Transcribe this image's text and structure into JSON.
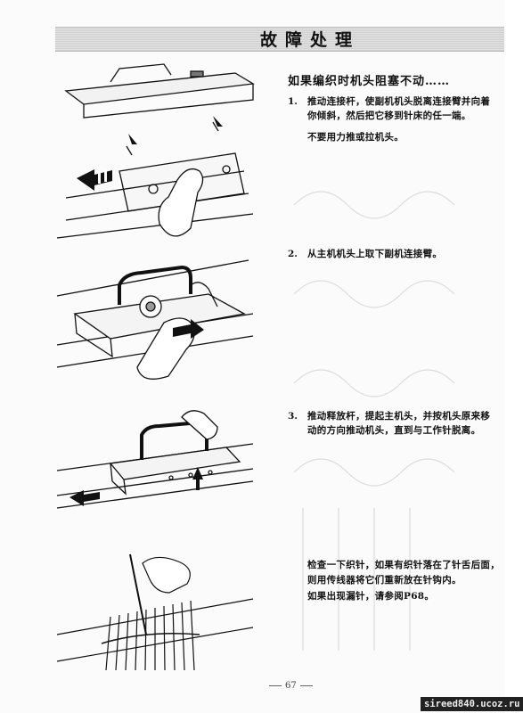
{
  "page": {
    "title": "故障处理",
    "heading": "如果编织时机头阻塞不动……",
    "steps": [
      {
        "number": "1.",
        "text": "推动连接杆，使副机机头脱离连接臂并向着你倾斜，然后把它移到针床的任一端。"
      },
      {
        "number": "2.",
        "text": "从主机机头上取下副机连接臂。"
      },
      {
        "number": "3.",
        "text": "推动释放杆，提起主机头，并按机头原来移动的方向推动机头，直到与工作针脱离。"
      }
    ],
    "notes": {
      "step1_note": "不要用力推或拉机头。",
      "check_note": "检查一下织针，如果有织针落在了针舌后面，则用传线器将它们重新放在针钩内。",
      "missing_note": "如果出现漏针，请参阅P68。"
    },
    "page_number": "67",
    "watermark": "sireed840.ucoz.ru"
  },
  "illustrations": [
    {
      "name": "step1-illustration",
      "icon": "knitting-carriage-push-lever-icon"
    },
    {
      "name": "step2-illustration",
      "icon": "remove-connecting-arm-icon"
    },
    {
      "name": "step3-illustration",
      "icon": "lift-main-carriage-icon"
    },
    {
      "name": "needle-check-illustration",
      "icon": "transfer-tool-needles-icon"
    }
  ]
}
